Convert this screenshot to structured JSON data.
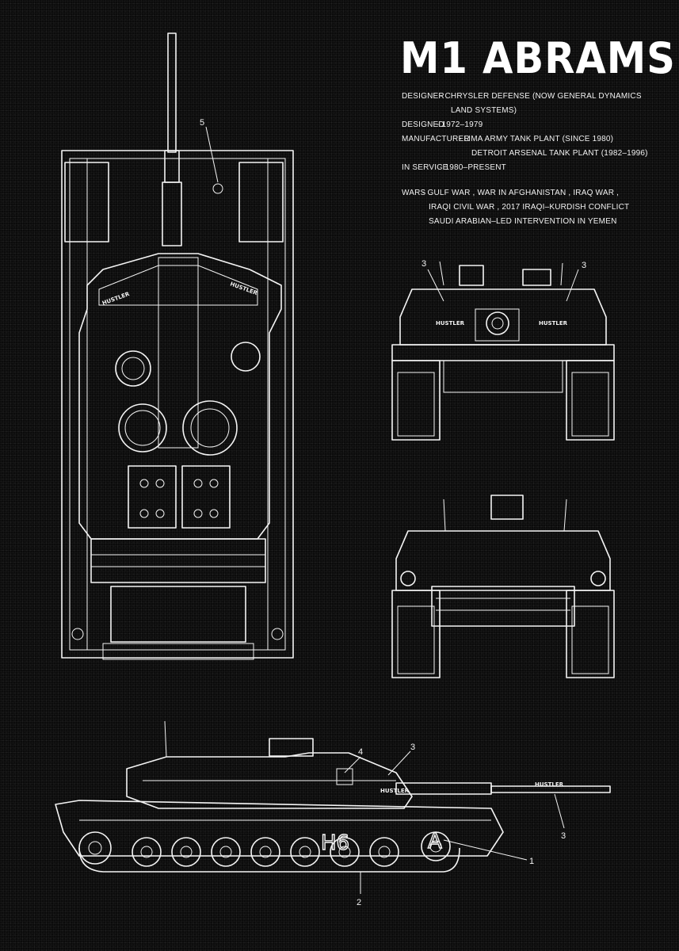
{
  "title": "M1 ABRAMS",
  "specs": {
    "designer_label": "DESIGNER",
    "designer_value_1": "- CHRYSLER DEFENSE (NOW GENERAL DYNAMICS",
    "designer_value_2": "LAND SYSTEMS)",
    "designed_label": "DESIGNED",
    "designed_value": "- 1972–1979",
    "manufacturer_label": "MANUFACTURER",
    "manufacturer_value_1": "- LIMA ARMY TANK PLANT (SINCE 1980)",
    "manufacturer_value_2": "DETROIT ARSENAL TANK PLANT (1982–1996)",
    "in_service_label": "IN SERVICE",
    "in_service_value": "- 1980–PRESENT",
    "wars_label": "WARS",
    "wars_value_1": "- GULF WAR  , WAR IN AFGHANISTAN  , IRAQ WAR ,",
    "wars_value_2": "IRAQI CIVIL WAR  , 2017 IRAQI–KURDISH CONFLICT",
    "wars_value_3": "SAUDI ARABIAN–LED INTERVENTION IN YEMEN"
  },
  "markings": {
    "hull_name": "HUSTLER",
    "hull_code": "H6",
    "hull_letter": "A"
  },
  "callouts": {
    "c1": "1",
    "c2": "2",
    "c3": "3",
    "c4": "4",
    "c5": "5"
  }
}
